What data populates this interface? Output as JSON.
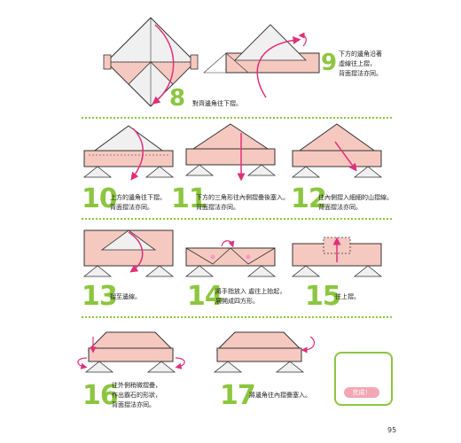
{
  "steps": [
    {
      "num": "8",
      "text": "對齊邊角往下摺。"
    },
    {
      "num": "9",
      "text": "下方的邊角沿著\n虛線往上摺，\n背面摺法亦同。"
    },
    {
      "num": "10",
      "text": "上方的邊角往下摺。\n背面摺法亦同。"
    },
    {
      "num": "11",
      "text": "下方的三角形往內側摺疊後塞入。\n背面摺法亦同。"
    },
    {
      "num": "12",
      "text": "往內側摺入細細的山摺線。\n背面摺法亦同。"
    },
    {
      "num": "13",
      "text": "摺至邊線。"
    },
    {
      "num": "14",
      "text": "將手指放入 處往上抬起，\n展開成四方形。"
    },
    {
      "num": "15",
      "text": "往上摺。"
    },
    {
      "num": "16",
      "text": "往外側稍微摺疊，\n作出霸石的形狀，\n背面摺法亦同。"
    },
    {
      "num": "17",
      "text": "將邊角往內摺疊塞入。"
    }
  ],
  "done_label": "完成！",
  "page_number": "95",
  "colors": {
    "accent_green": "#8cc63f",
    "paper_pink": "#f6c9c0",
    "paper_white": "#f2f2f2",
    "arrow_pink": "#e0307a"
  }
}
